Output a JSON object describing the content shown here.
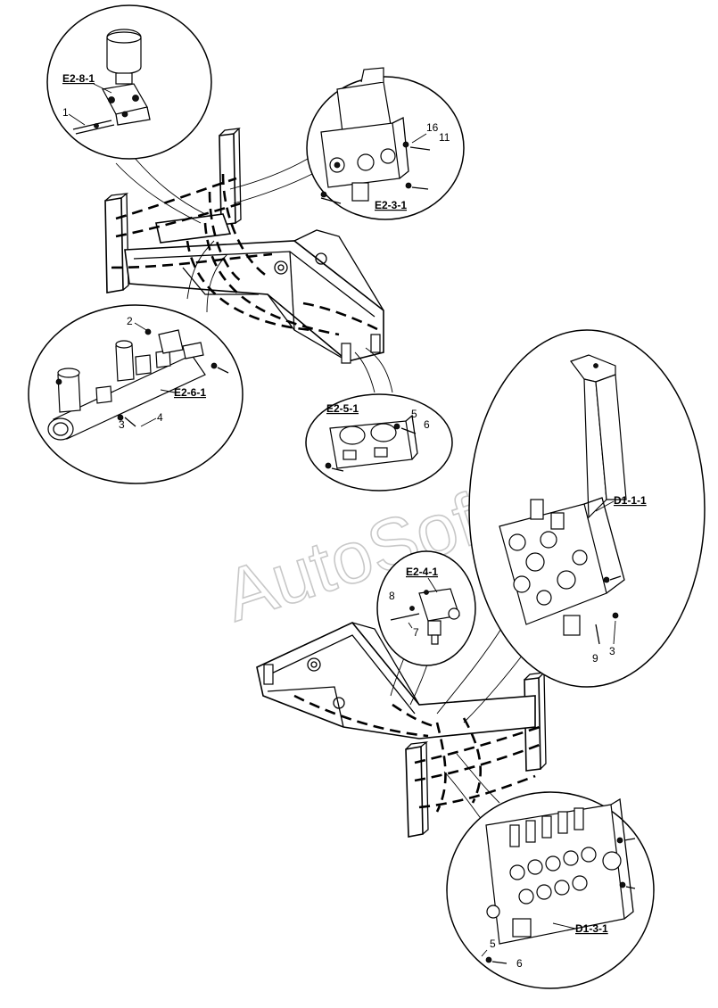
{
  "watermark": "AutoSoft",
  "details": {
    "e2_8_1": {
      "code": "E2-8-1",
      "callouts": [
        "1"
      ]
    },
    "e2_3_1": {
      "code": "E2-3-1",
      "callouts": [
        "16",
        "11"
      ]
    },
    "e2_6_1": {
      "code": "E2-6-1",
      "callouts": [
        "2",
        "4",
        "3"
      ]
    },
    "e2_5_1": {
      "code": "E2-5-1",
      "callouts": [
        "5",
        "6"
      ]
    },
    "d1_1_1": {
      "code": "D1-1-1",
      "callouts": [
        "9",
        "3"
      ]
    },
    "e2_4_1": {
      "code": "E2-4-1",
      "callouts": [
        "8",
        "7"
      ]
    },
    "d1_3_1": {
      "code": "D1-3-1",
      "callouts": [
        "5",
        "6"
      ]
    }
  }
}
